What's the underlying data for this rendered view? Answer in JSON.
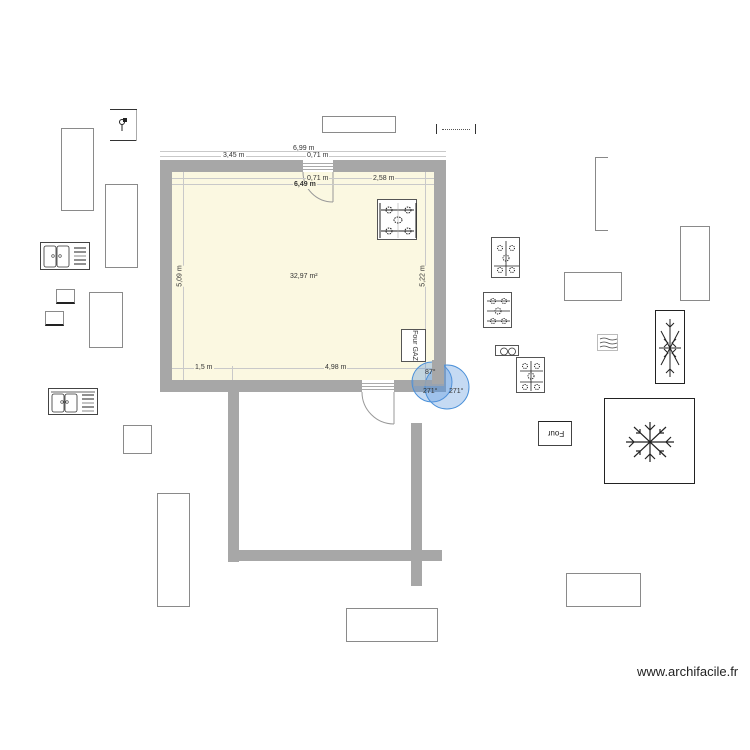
{
  "app": {
    "watermark": "www.archifacile.fr"
  },
  "room": {
    "area_label": "32,97 m²",
    "floor_color": "#fbf8e1",
    "wall_color": "#a7a7a7"
  },
  "dimensions": {
    "total_width_outer": "6,99 m",
    "top_left_segment": "3,45 m",
    "top_door_outer": "0,71 m",
    "top_door_inner": "0,71 m",
    "inner_width": "6,49 m",
    "top_right_segment": "2,58 m",
    "left_height": "5,09 m",
    "right_height": "5,22 m",
    "bottom_left_segment": "1,5 m",
    "bottom_right_segment": "4,98 m"
  },
  "angles": {
    "a1": "87°",
    "a2": "271°",
    "a3": "271°",
    "highlight_color": "#4a90d9"
  },
  "labels": {
    "four_gaz_inside": "Four GAZ",
    "four_outside": "Four"
  },
  "objects": [
    {
      "name": "cabinet-tall-left",
      "type": "rectangle"
    },
    {
      "name": "water-heater",
      "type": "icon"
    },
    {
      "name": "counter-top",
      "type": "rectangle"
    },
    {
      "name": "extractor-hood",
      "type": "rectangle"
    },
    {
      "name": "double-sink-1",
      "type": "sink"
    },
    {
      "name": "double-sink-2",
      "type": "sink"
    },
    {
      "name": "gas-hob-inside",
      "type": "hob"
    },
    {
      "name": "gas-hob-2",
      "type": "hob"
    },
    {
      "name": "gas-hob-3",
      "type": "hob"
    },
    {
      "name": "gas-hob-4",
      "type": "hob"
    },
    {
      "name": "freezer-tall",
      "type": "freezer"
    },
    {
      "name": "freezer-chest",
      "type": "freezer"
    },
    {
      "name": "oven-outside",
      "type": "oven"
    }
  ]
}
